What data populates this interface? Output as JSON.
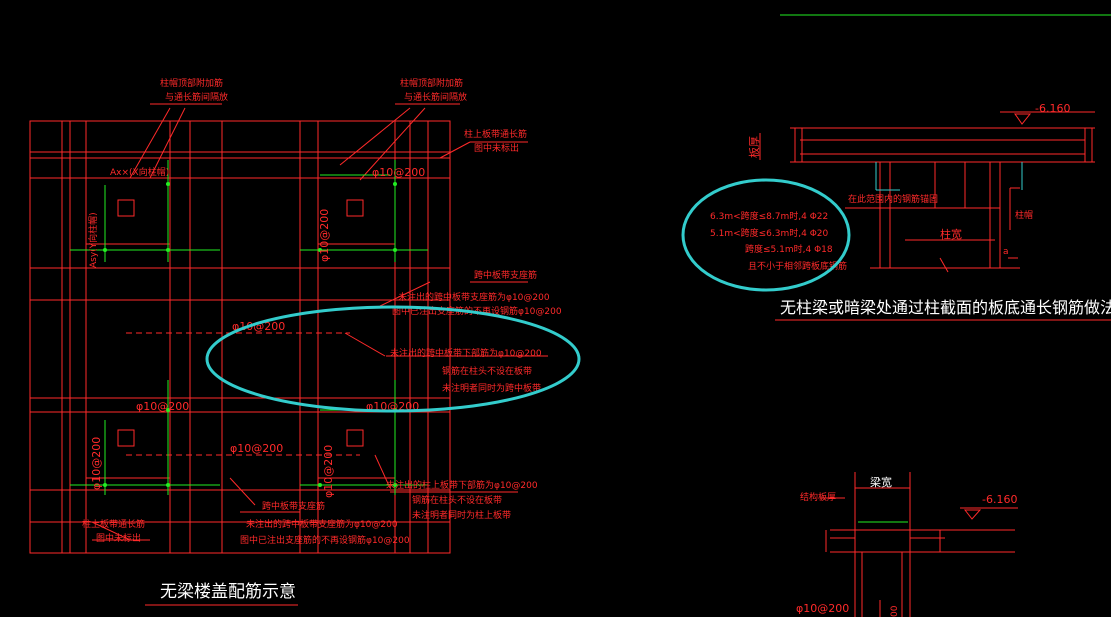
{
  "colors": {
    "background": "#000000",
    "drawing_lines": "#ff2a2a",
    "rebar_lines": "#22ee22",
    "highlight_ellipse": "#33cccc",
    "title_text": "#ffffff"
  },
  "left_plan": {
    "title": "无梁楼盖配筋示意",
    "callout_top_left": [
      "柱帽顶部附加筋",
      "与通长筋间隔放"
    ],
    "callout_top_right": [
      "柱帽顶部附加筋",
      "与通长筋间隔放"
    ],
    "callout_col_strip_top": [
      "柱上板带通长筋",
      "图中未标出"
    ],
    "callout_col_strip_bottom": [
      "柱上板带通长筋",
      "图中未标出"
    ],
    "label_asx": "Ax×(X向柱帽)",
    "label_asy": "Asy(Y向柱帽)",
    "rebar_top_right": "φ10@200",
    "rebar_vertical_top_right": "φ10@200",
    "rebar_mid_left": "φ10@200",
    "rebar_mid_right": "φ10@200",
    "rebar_bottom_left": "φ10@200",
    "rebar_bottom_center": "φ10@200",
    "rebar_bottom_vert_left": "φ10@200",
    "rebar_bottom_vert_right": "φ10@200",
    "span_strip_top": {
      "heading": "跨中板带支座筋",
      "line1": "未注出的跨中板带支座筋为φ10@200",
      "line2": "图中已注出支座筋的不再设钢筋φ10@200"
    },
    "span_strip_mid": {
      "line1": "未注出的跨中板带下部筋为φ10@200",
      "line2": "钢筋在柱头不设在板带",
      "line3": "未注明者同时为跨中板带"
    },
    "span_strip_bottom_right": {
      "line1": "未注出的柱上板带下部筋为φ10@200",
      "line2": "钢筋在柱头不设在板带",
      "line3": "未注明者同时为柱上板带"
    },
    "span_strip_bottom": {
      "heading": "跨中板带支座筋",
      "line1": "未注出的跨中板带支座筋为φ10@200",
      "line2": "图中已注出支座筋的不再设钢筋φ10@200"
    }
  },
  "right_section": {
    "title": "无柱梁或暗梁处通过柱截面的板底通长钢筋做法",
    "elevation_top": "-6.160",
    "label_slab_thickness": "板厚",
    "label_column_width": "柱宽",
    "label_column_cap": "柱帽",
    "label_anchor": "在此范围内的钢筋锚固",
    "label_a": "a",
    "spec_lines": [
      "6.3m<跨度≤8.7m时,4 Φ22",
      "5.1m<跨度≤6.3m时,4 Φ20",
      "跨度≤5.1m时,4 Φ18",
      "且不小于相邻跨板底钢筋"
    ]
  },
  "bottom_section": {
    "label_beam_width": "梁宽",
    "label_structure_slab": "结构板厚",
    "elevation": "-6.160",
    "rebar": "φ10@200",
    "vert_partial": "00"
  }
}
